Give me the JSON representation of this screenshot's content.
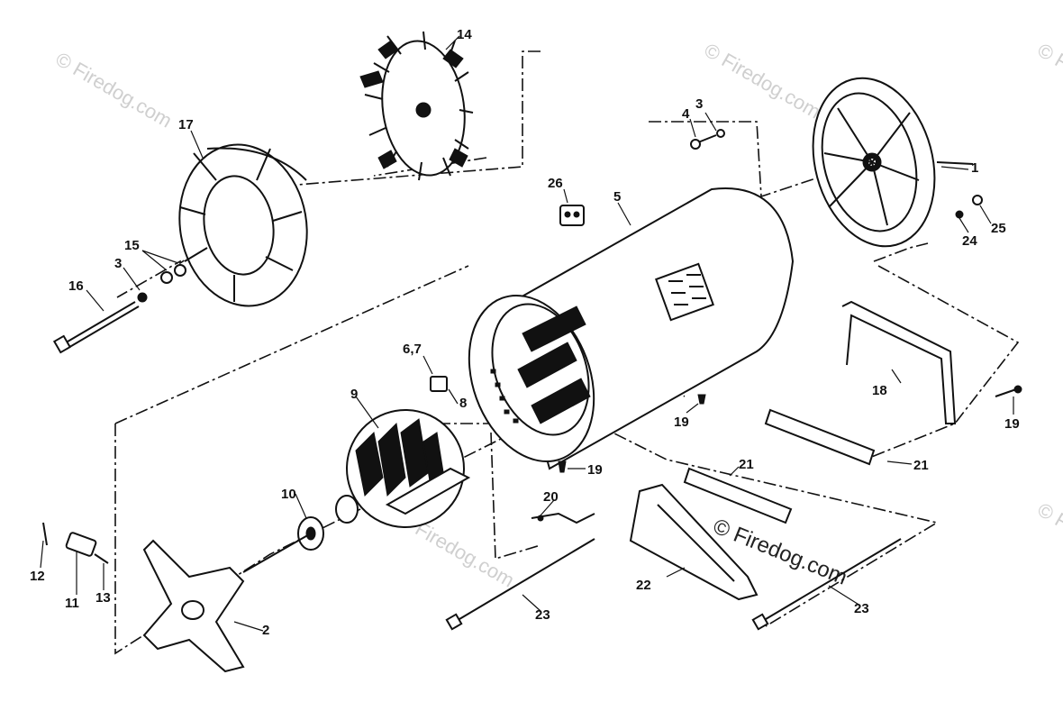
{
  "watermark": "© Firedog.com",
  "part_labels": {
    "l1": "1",
    "l2": "2",
    "l3a": "3",
    "l3b": "3",
    "l4": "4",
    "l5": "5",
    "l67": "6,7",
    "l8": "8",
    "l9": "9",
    "l10": "10",
    "l11": "11",
    "l12": "12",
    "l13": "13",
    "l14": "14",
    "l15": "15",
    "l16": "16",
    "l17": "17",
    "l18": "18",
    "l19a": "19",
    "l19b": "19",
    "l19c": "19",
    "l20": "20",
    "l21a": "21",
    "l21b": "21",
    "l22": "22",
    "l23a": "23",
    "l23b": "23",
    "l24": "24",
    "l25": "25",
    "l26": "26"
  }
}
